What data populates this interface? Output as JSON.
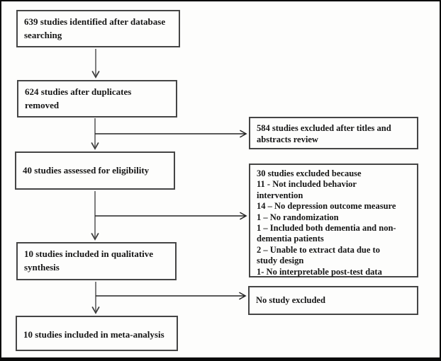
{
  "flow": {
    "main": [
      {
        "id": "identified",
        "lines": [
          "639 studies identified after database",
          "searching"
        ]
      },
      {
        "id": "duplicates_removed",
        "lines": [
          "624 studies after duplicates",
          "removed"
        ]
      },
      {
        "id": "eligibility",
        "lines": [
          "40 studies assessed for eligibility"
        ]
      },
      {
        "id": "qualitative_synthesis",
        "lines": [
          "10 studies included in qualitative",
          "synthesis"
        ]
      },
      {
        "id": "meta_analysis",
        "lines": [
          "10 studies included in meta-analysis"
        ]
      }
    ],
    "side": {
      "titles_abstracts": {
        "lines": [
          "584 studies excluded after titles and",
          "abstracts review"
        ]
      },
      "reasons": {
        "lines": [
          "30 studies excluded because",
          "11 - Not included behavior",
          "intervention",
          "14 – No depression outcome measure",
          "1 – No randomization",
          "1 – Included both dementia and non-",
          "dementia patients",
          "2 – Unable to extract data due to",
          "study design",
          "1- No interpretable post-test data"
        ]
      },
      "no_study_excluded": {
        "lines": [
          "No study excluded"
        ]
      }
    },
    "colors": {
      "background": "#fdfdfc",
      "outer_border": "#0a0a0a",
      "box_border": "#454545",
      "text": "#161616",
      "vertical_arrow": "#7e7e7e",
      "horizontal_arrow": "#242424"
    }
  }
}
